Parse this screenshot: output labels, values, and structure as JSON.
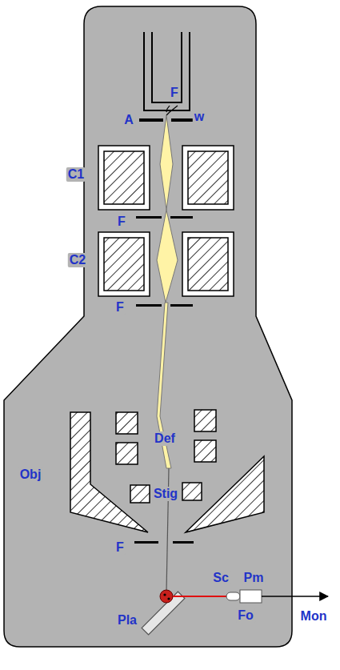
{
  "diagram": {
    "labels": [
      "F",
      "w",
      "A",
      "C1",
      "F",
      "C2",
      "F",
      "Def",
      "Obj",
      "Stig",
      "F",
      "Sc",
      "Pm",
      "Fo",
      "Pla",
      "Mon"
    ]
  }
}
